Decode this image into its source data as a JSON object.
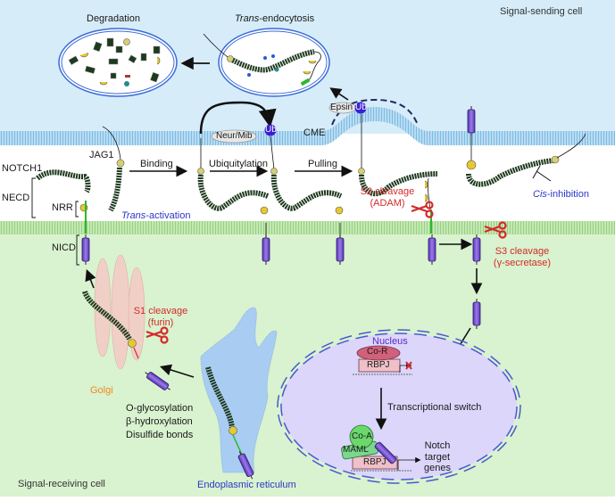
{
  "regions": {
    "sending_cell": "Signal-sending cell",
    "receiving_cell": "Signal-receiving cell"
  },
  "top": {
    "degradation": "Degradation",
    "trans_endocytosis_italic": "Trans",
    "trans_endocytosis_rest": "-endocytosis",
    "epsin": "Epsin",
    "ub": "Ub",
    "cme": "CME",
    "neur_mib": "Neur/Mib"
  },
  "labels": {
    "notch1": "NOTCH1",
    "necd": "NECD",
    "nrr": "NRR",
    "jag1": "JAG1",
    "nicd": "NICD",
    "trans_activation_italic": "Trans",
    "trans_activation_rest": "-activation",
    "cis_inhibition_italic": "Cis",
    "cis_inhibition_rest": "-inhibition"
  },
  "steps": {
    "binding": "Binding",
    "ubiquitylation": "Ubiquitylation",
    "pulling": "Pulling"
  },
  "cleavages": {
    "s1_title": "S1 cleavage",
    "s1_enzyme": "(furin)",
    "s2_title": "S2 cleavage",
    "s2_enzyme": "(ADAM)",
    "s3_title": "S3 cleavage",
    "s3_enzyme": "(γ-secretase)"
  },
  "organelles": {
    "golgi": "Golgi",
    "er": "Endoplasmic reticulum",
    "nucleus": "Nucleus"
  },
  "modifications": [
    "O-glycosylation",
    "β-hydroxylation",
    "Disulfide bonds"
  ],
  "nucleus": {
    "co_r": "Co-R",
    "rbpj": "RBPJ",
    "co_a": "Co-A",
    "maml": "MAML",
    "switch": "Transcriptional switch",
    "targets": [
      "Notch",
      "target",
      "genes"
    ]
  },
  "colors": {
    "sending_bg": "#d6ecf8",
    "receiving_bg": "#d9f2cf",
    "membrane_top": "#8ec8e8",
    "membrane_bottom": "#9ed88a",
    "nicd": "#7b52d6",
    "egf": "#1e3a1e",
    "cleavage_red": "#d42a2a",
    "nucleus_fill": "#dcd6fb",
    "nucleus_border": "#4a5ad0",
    "golgi": "#f3cdc6",
    "er": "#a9cdf2",
    "ub": "#3a1fd0"
  }
}
